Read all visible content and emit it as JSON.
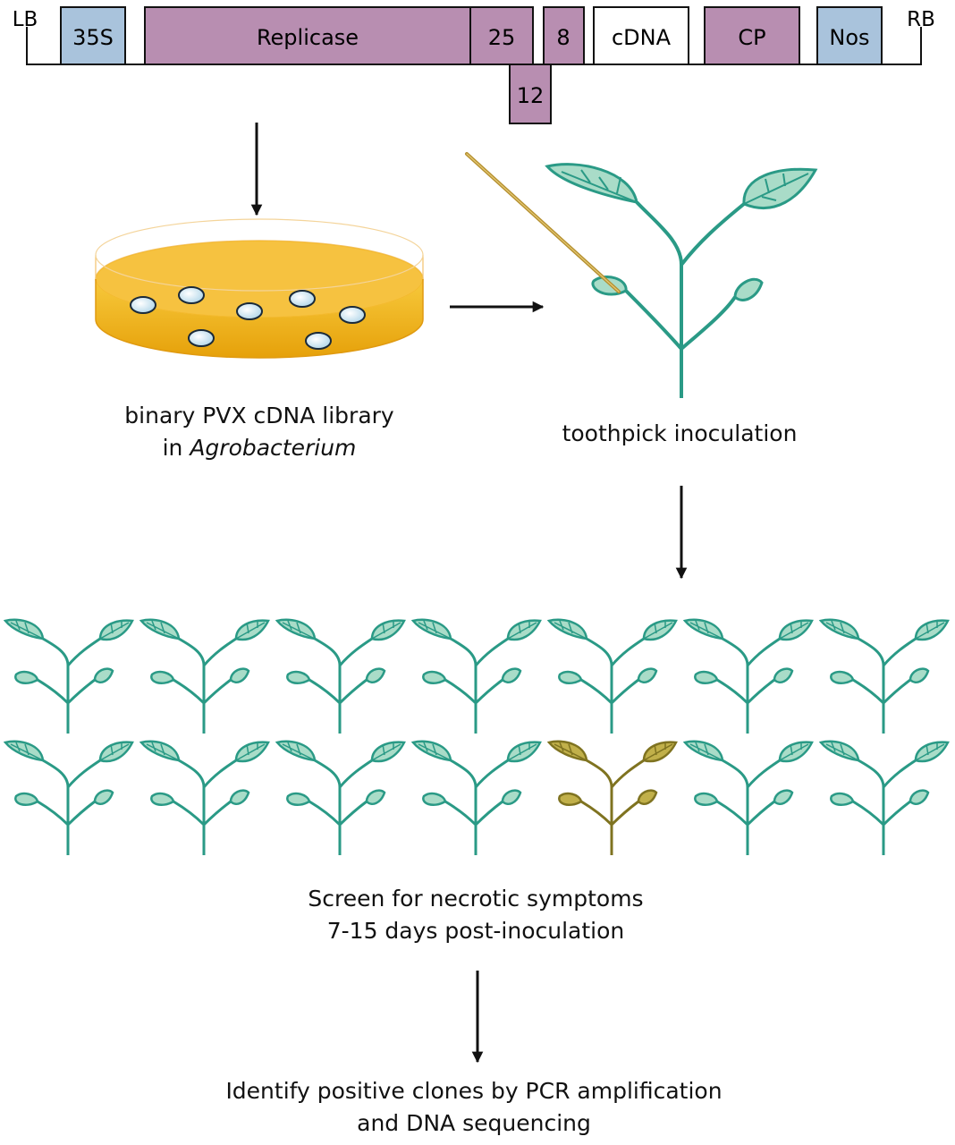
{
  "construct": {
    "left_border": "LB",
    "right_border": "RB",
    "segments": [
      {
        "key": "s35",
        "label": "35S",
        "fill": "#a9c3dc"
      },
      {
        "key": "replicase",
        "label": "Replicase",
        "fill": "#b88eb1"
      },
      {
        "key": "g25",
        "label": "25",
        "fill": "#b88eb1"
      },
      {
        "key": "g12",
        "label": "12",
        "fill": "#b88eb1"
      },
      {
        "key": "g8",
        "label": "8",
        "fill": "#b88eb1"
      },
      {
        "key": "cdna",
        "label": "cDNA",
        "fill": "#ffffff"
      },
      {
        "key": "cp",
        "label": "CP",
        "fill": "#b88eb1"
      },
      {
        "key": "nos",
        "label": "Nos",
        "fill": "#a9c3dc"
      }
    ]
  },
  "captions": {
    "library_line1": "binary PVX cDNA library",
    "library_line2_prefix": "in ",
    "library_line2_italic": "Agrobacterium",
    "inoculation": "toothpick inoculation",
    "screen_line1": "Screen for necrotic symptoms",
    "screen_line2": "7-15 days post-inoculation",
    "identify_line1": "Identify positive clones by PCR amplification",
    "identify_line2": "and DNA sequencing"
  },
  "plants": {
    "rows": 2,
    "columns": 7,
    "necrotic_position": {
      "row": 2,
      "column": 5
    },
    "healthy_fill": "#a9dcc8",
    "healthy_stroke": "#2a9a86",
    "necrotic_fill": "#c1b04a",
    "necrotic_stroke": "#7f7320"
  },
  "colors": {
    "agar": "#f4b71f",
    "dish_rim": "#f2c26a",
    "colony": "#dff0f7",
    "toothpick": "#b59030",
    "arrow": "#111111"
  }
}
